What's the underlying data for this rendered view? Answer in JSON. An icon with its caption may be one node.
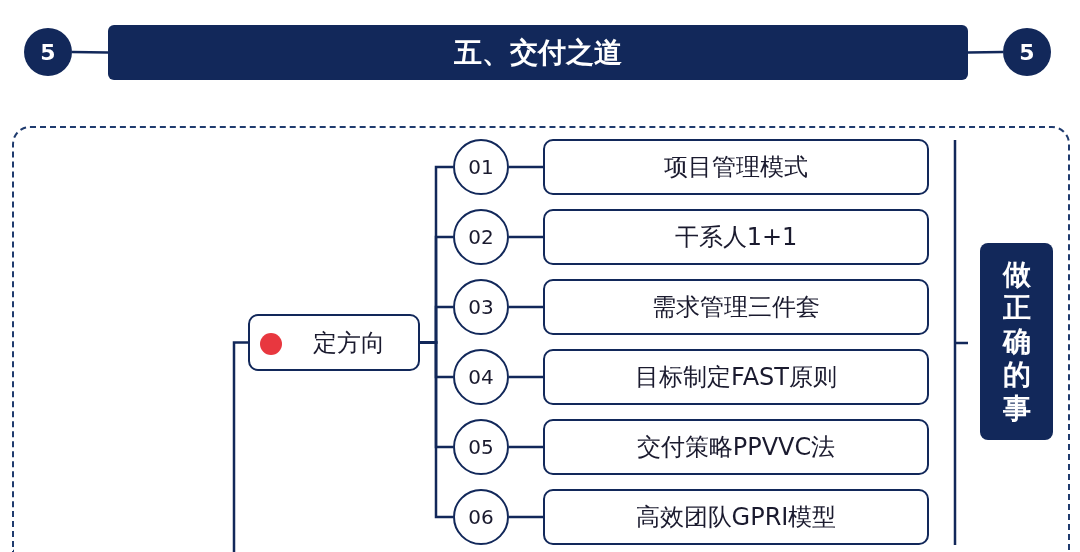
{
  "diagram": {
    "nodes": [
      {
        "text": [
          "5"
        ]
      },
      {
        "text": [
          "五、交付之道"
        ]
      },
      {
        "text": [
          "5"
        ]
      },
      {
        "text": [],
        "shape": "box"
      },
      {
        "text": [
          "定方向"
        ],
        "in": 3
      },
      {
        "text": [
          "01"
        ],
        "in": 3
      },
      {
        "text": [
          "02"
        ],
        "in": 3
      },
      {
        "text": [
          "03"
        ],
        "in": 3
      },
      {
        "text": [
          "04"
        ],
        "in": 3
      },
      {
        "text": [
          "05"
        ],
        "in": 3
      },
      {
        "text": [
          "06"
        ],
        "in": 3
      },
      {
        "text": [
          "项目管理模式"
        ],
        "in": 3
      },
      {
        "text": [
          "干系人1+1"
        ],
        "in": 3
      },
      {
        "text": [
          "需求管理三件套"
        ],
        "in": 3
      },
      {
        "text": [
          "目标制定FAST原则"
        ],
        "in": 3
      },
      {
        "text": [
          "交付策略PPVVC法"
        ],
        "in": 3
      },
      {
        "text": [
          "高效团队GPRI模型"
        ],
        "in": 3
      },
      {
        "text": [
          "做正确的事"
        ],
        "in": 3
      }
    ],
    "edges": [
      {
        "from": 0,
        "to": 1,
        "arrow": "none"
      },
      {
        "from": 1,
        "to": 2,
        "arrow": "none"
      },
      {
        "from": 4,
        "to": null,
        "arrow": "none"
      },
      {
        "from": 4,
        "to": 5,
        "arrow": "none"
      },
      {
        "from": 4,
        "to": 6,
        "arrow": "none"
      },
      {
        "from": 4,
        "to": 7,
        "arrow": "none"
      },
      {
        "from": 4,
        "to": 8,
        "arrow": "none"
      },
      {
        "from": 4,
        "to": 9,
        "arrow": "none"
      },
      {
        "from": 4,
        "to": 10,
        "arrow": "none"
      },
      {
        "from": 5,
        "to": 11,
        "arrow": "none"
      },
      {
        "from": 6,
        "to": 12,
        "arrow": "none"
      },
      {
        "from": 7,
        "to": 13,
        "arrow": "none"
      },
      {
        "from": 8,
        "to": 14,
        "arrow": "none"
      },
      {
        "from": 9,
        "to": 15,
        "arrow": "none"
      },
      {
        "from": 10,
        "to": 16,
        "arrow": "none"
      }
    ]
  }
}
